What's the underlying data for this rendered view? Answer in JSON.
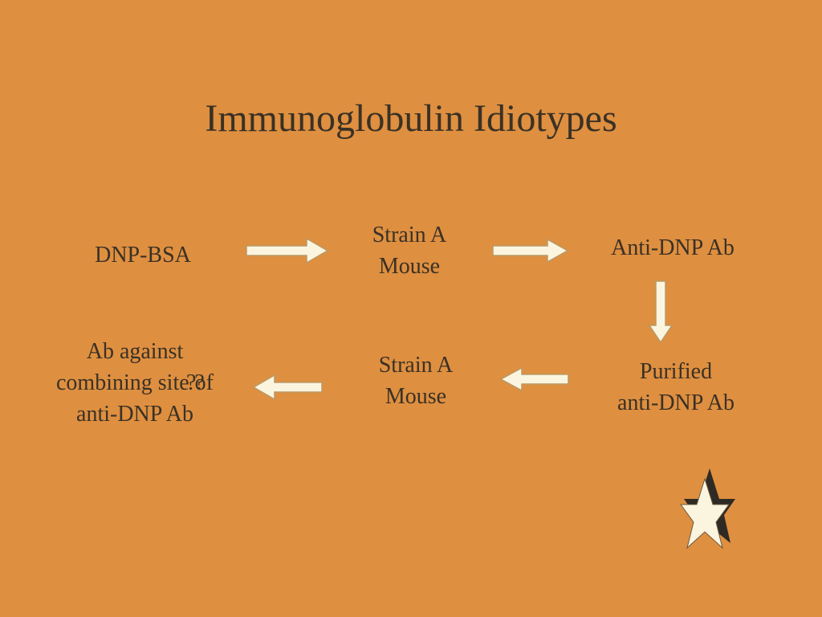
{
  "title": "Immunoglobulin Idiotypes",
  "nodes": {
    "dnp_bsa": "DNP-BSA",
    "mouse_1": [
      "Strain A",
      "Mouse"
    ],
    "anti_dnp_ab": "Anti-DNP Ab",
    "purified": [
      "Purified",
      "anti-DNP Ab"
    ],
    "mouse_2": [
      "Strain A",
      "Mouse"
    ],
    "ab_against": [
      "Ab against",
      "combining site of",
      "anti-DNP Ab"
    ]
  },
  "annotation": "??",
  "icons": {
    "arrow": "block-arrow-icon",
    "star": "star-icon"
  },
  "colors": {
    "background": "#DE8F40",
    "text": "#3A3125",
    "arrow_fill": "#FBF5E0",
    "arrow_stroke": "#B99A66",
    "star_shadow": "#2F2A24"
  }
}
